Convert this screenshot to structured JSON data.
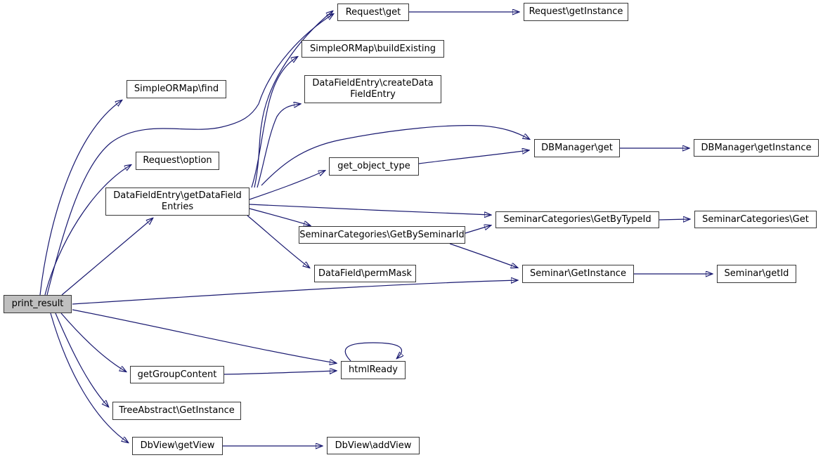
{
  "diagram": {
    "type": "call-graph",
    "colors": {
      "background": "#ffffff",
      "edge": "#191970",
      "node_border": "#383838",
      "node_fill": "#ffffff",
      "highlight_node_fill": "#bfbfbf",
      "text": "#000000"
    },
    "highlighted_node": "print_result"
  },
  "nodes": {
    "print_result": {
      "label": "print_result"
    },
    "simpleormap_find": {
      "label": "SimpleORMap\\find"
    },
    "request_option": {
      "label": "Request\\option"
    },
    "datafieldentry_getdatafieldentries": {
      "label": "DataFieldEntry\\getDataField\nEntries"
    },
    "request_get": {
      "label": "Request\\get"
    },
    "request_getinstance": {
      "label": "Request\\getInstance"
    },
    "simpleormap_buildexisting": {
      "label": "SimpleORMap\\buildExisting"
    },
    "datafieldentry_createdatafieldentry": {
      "label": "DataFieldEntry\\createData\nFieldEntry"
    },
    "dbmanager_get": {
      "label": "DBManager\\get"
    },
    "dbmanager_getinstance": {
      "label": "DBManager\\getInstance"
    },
    "get_object_type": {
      "label": "get_object_type"
    },
    "seminarcategories_getbytypeid": {
      "label": "SeminarCategories\\GetByTypeId"
    },
    "seminarcategories_get": {
      "label": "SeminarCategories\\Get"
    },
    "seminarcategories_getbyseminarid": {
      "label": "SeminarCategories\\GetBySeminarId"
    },
    "datafield_permmask": {
      "label": "DataField\\permMask"
    },
    "seminar_getinstance": {
      "label": "Seminar\\GetInstance"
    },
    "seminar_getid": {
      "label": "Seminar\\getId"
    },
    "htmlready": {
      "label": "htmlReady"
    },
    "getgroupcontent": {
      "label": "getGroupContent"
    },
    "treeabstract_getinstance": {
      "label": "TreeAbstract\\GetInstance"
    },
    "dbview_getview": {
      "label": "DbView\\getView"
    },
    "dbview_addview": {
      "label": "DbView\\addView"
    }
  },
  "edges": [
    {
      "from": "print_result",
      "to": "simpleormap_find"
    },
    {
      "from": "print_result",
      "to": "request_option"
    },
    {
      "from": "print_result",
      "to": "request_get"
    },
    {
      "from": "print_result",
      "to": "datafieldentry_getdatafieldentries"
    },
    {
      "from": "print_result",
      "to": "seminar_getinstance"
    },
    {
      "from": "print_result",
      "to": "htmlready"
    },
    {
      "from": "print_result",
      "to": "getgroupcontent"
    },
    {
      "from": "print_result",
      "to": "treeabstract_getinstance"
    },
    {
      "from": "print_result",
      "to": "dbview_getview"
    },
    {
      "from": "datafieldentry_getdatafieldentries",
      "to": "request_get"
    },
    {
      "from": "datafieldentry_getdatafieldentries",
      "to": "simpleormap_buildexisting"
    },
    {
      "from": "datafieldentry_getdatafieldentries",
      "to": "datafieldentry_createdatafieldentry"
    },
    {
      "from": "datafieldentry_getdatafieldentries",
      "to": "dbmanager_get"
    },
    {
      "from": "datafieldentry_getdatafieldentries",
      "to": "get_object_type"
    },
    {
      "from": "datafieldentry_getdatafieldentries",
      "to": "seminarcategories_getbytypeid"
    },
    {
      "from": "datafieldentry_getdatafieldentries",
      "to": "seminarcategories_getbyseminarid"
    },
    {
      "from": "datafieldentry_getdatafieldentries",
      "to": "datafield_permmask"
    },
    {
      "from": "request_get",
      "to": "request_getinstance"
    },
    {
      "from": "get_object_type",
      "to": "dbmanager_get"
    },
    {
      "from": "dbmanager_get",
      "to": "dbmanager_getinstance"
    },
    {
      "from": "seminarcategories_getbytypeid",
      "to": "seminarcategories_get"
    },
    {
      "from": "seminarcategories_getbyseminarid",
      "to": "seminarcategories_getbytypeid"
    },
    {
      "from": "seminarcategories_getbyseminarid",
      "to": "seminar_getinstance"
    },
    {
      "from": "seminar_getinstance",
      "to": "seminar_getid"
    },
    {
      "from": "getgroupcontent",
      "to": "htmlready"
    },
    {
      "from": "htmlready",
      "to": "htmlready"
    },
    {
      "from": "dbview_getview",
      "to": "dbview_addview"
    }
  ]
}
